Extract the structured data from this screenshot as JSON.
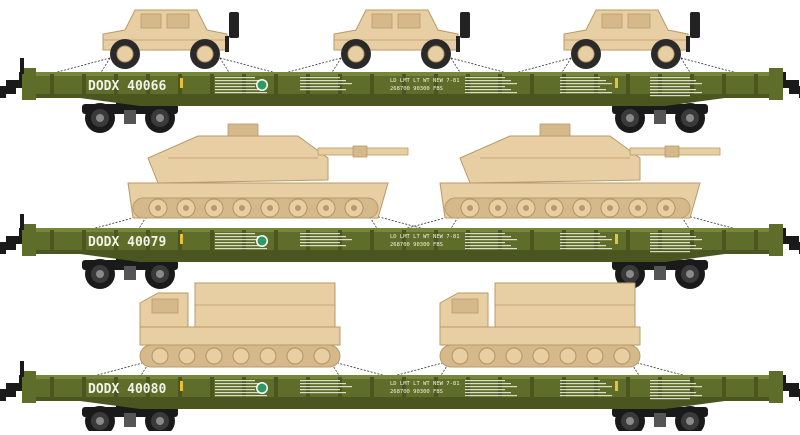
{
  "colors": {
    "deck": "#5f6d2a",
    "deck_dark": "#4a5520",
    "deck_light": "#76863a",
    "tan": "#e8cfa3",
    "tan_dark": "#b89a6a",
    "tan_shade": "#d6b98a",
    "truck": "#1a1a1a",
    "stencil": "#f2f2e6",
    "marker": "#2e9a62"
  },
  "cars": [
    {
      "reporting_mark": "DODX 40066",
      "load": "humvee",
      "count": 3
    },
    {
      "reporting_mark": "DODX 40079",
      "load": "tank",
      "count": 2
    },
    {
      "reporting_mark": "DODX 40080",
      "load": "launcher",
      "count": 2
    }
  ],
  "stencils": {
    "capacity": "LD LMT   LT WT   NEW 7-81",
    "figures": "268700    90300    FBS"
  }
}
